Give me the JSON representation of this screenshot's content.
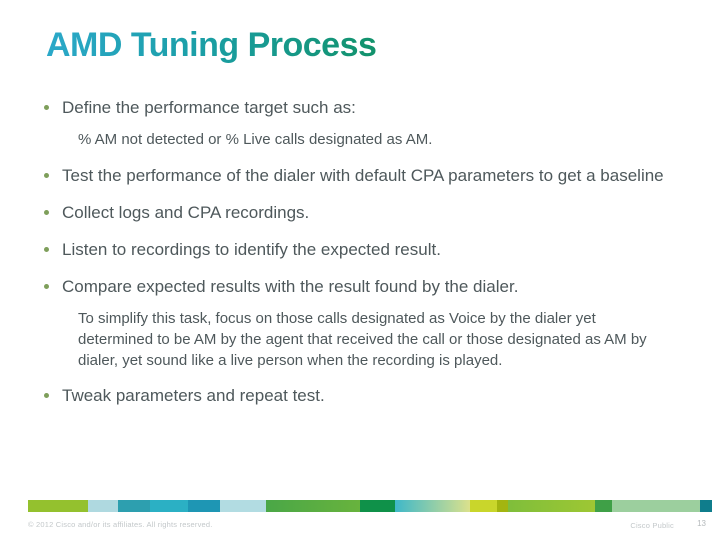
{
  "slide": {
    "title": "AMD Tuning Process"
  },
  "content": {
    "items": [
      {
        "type": "bullet",
        "text": "Define the performance target such as:"
      },
      {
        "type": "sub",
        "text": "% AM not detected or % Live calls designated as AM."
      },
      {
        "type": "bullet",
        "text": "Test the performance of the dialer with default CPA parameters to get a baseline"
      },
      {
        "type": "bullet",
        "text": "Collect logs and CPA recordings."
      },
      {
        "type": "bullet",
        "text": "Listen to recordings to identify the expected result."
      },
      {
        "type": "bullet",
        "text": "Compare expected results with the result found by the dialer."
      },
      {
        "type": "sub",
        "text": "To simplify this task, focus on those calls designated as Voice by the dialer yet determined to be AM by the agent that received the call or those designated as AM by dialer, yet sound like a live person when the recording is played."
      },
      {
        "type": "bullet",
        "text": "Tweak parameters and repeat test."
      }
    ]
  },
  "footer": {
    "copyright": "© 2012 Cisco and/or its affiliates. All rights reserved.",
    "classification": "Cisco Public",
    "page_number": "13"
  },
  "colors": {
    "title_gradient_start": "#2BA8C9",
    "title_gradient_mid": "#1B9FA8",
    "title_gradient_end": "#12926B",
    "body_text": "#4E585B",
    "bullet_dot": "#7E9F5B",
    "bar_segments": [
      {
        "width": 60,
        "color": "#94C12E"
      },
      {
        "width": 30,
        "color": "#AFD9E0"
      },
      {
        "width": 32,
        "color": "#2D9FAF"
      },
      {
        "width": 38,
        "color": "#2BB0C4"
      },
      {
        "width": 32,
        "color": "#1E96B4"
      },
      {
        "width": 46,
        "color": "#B2DCE2"
      },
      {
        "width": 94,
        "gradient": [
          "#4AA747",
          "#68B33D"
        ]
      },
      {
        "width": 35,
        "color": "#0F9149"
      },
      {
        "width": 75,
        "gradient": [
          "#3FB8C9",
          "#DBE18C"
        ]
      },
      {
        "width": 27,
        "color": "#C9D62B"
      },
      {
        "width": 11,
        "color": "#A3B510"
      },
      {
        "width": 87,
        "gradient": [
          "#7FBE3B",
          "#9EC733"
        ]
      },
      {
        "width": 17,
        "color": "#3FA047"
      },
      {
        "width": 88,
        "color": "#9CCF9E"
      },
      {
        "width": 12,
        "color": "#0F7D8C"
      }
    ]
  }
}
